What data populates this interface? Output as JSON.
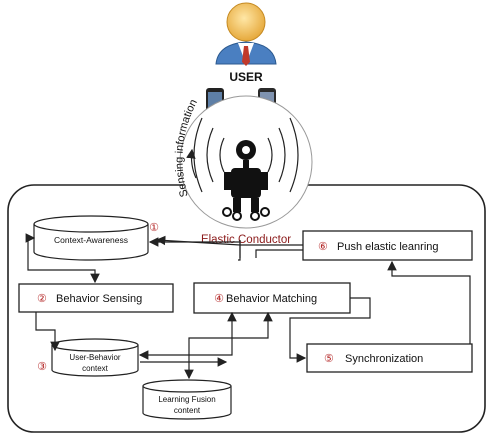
{
  "user": {
    "label": "USER"
  },
  "sensing": {
    "text": "Sensing information"
  },
  "conductor": {
    "label": "Elastic Conductor",
    "label_color": "#8b1a1a"
  },
  "context_awareness": {
    "label": "Context-Awareness",
    "number": "①"
  },
  "behavior_sensing": {
    "number": "②",
    "label": "Behavior Sensing"
  },
  "user_behavior": {
    "number": "③",
    "label_line1": "User-Behavior",
    "label_line2": "context"
  },
  "behavior_matching": {
    "number": "④",
    "label": "Behavior Matching"
  },
  "synchronization": {
    "number": "⑤",
    "label": "Synchronization"
  },
  "push_learning": {
    "number": "⑥",
    "label": "Push elastic leanring"
  },
  "learning_fusion": {
    "label_line1": "Learning Fusion",
    "label_line2": "content"
  },
  "colors": {
    "number_red": "#b22222",
    "robot": "#111111",
    "shirt": "#4a7fc1",
    "tie": "#c0392b",
    "skin": "#f0c070"
  }
}
